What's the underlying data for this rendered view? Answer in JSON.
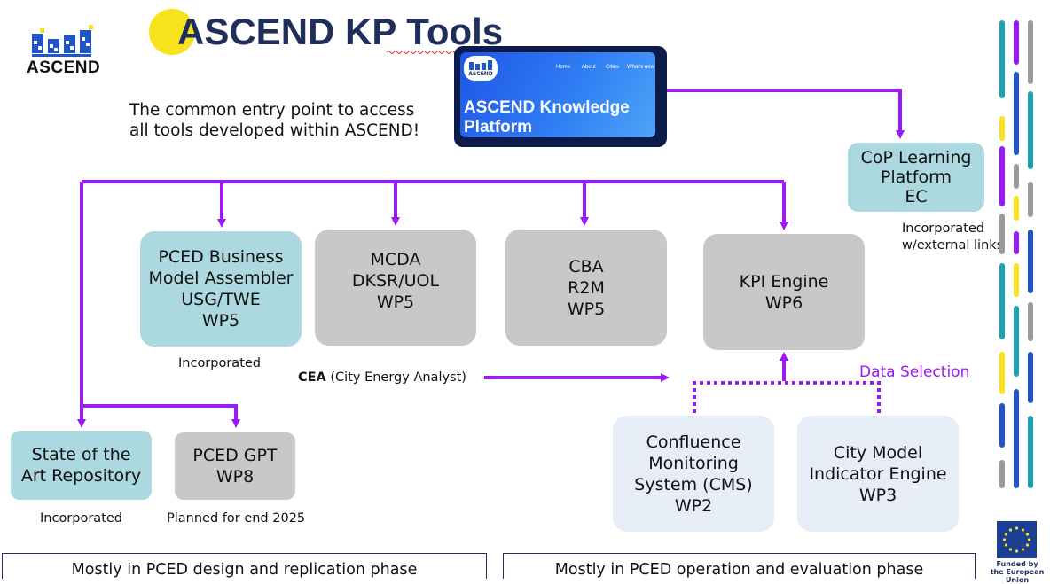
{
  "header": {
    "logo_text": "ASCEND",
    "title": "ASCEND KP Tools",
    "intro_line1": "The common entry point to access",
    "intro_line2": "all tools developed within ASCEND!"
  },
  "platform_screenshot": {
    "logo_text": "ASCEND",
    "nav": [
      "Home",
      "About",
      "Cities",
      "What's new"
    ],
    "title_line1": "ASCEND Knowledge",
    "title_line2": "Platform"
  },
  "boxes": {
    "cop": [
      "CoP Learning",
      "Platform",
      "EC"
    ],
    "pced_bma": [
      "PCED Business",
      "Model Assembler",
      "USG/TWE",
      "WP5"
    ],
    "mcda": [
      "MCDA",
      "DKSR/UOL",
      "WP5"
    ],
    "cba": [
      "CBA",
      "R2M",
      "WP5"
    ],
    "kpi": [
      "KPI Engine",
      "WP6"
    ],
    "sota": [
      "State of the",
      "Art Repository"
    ],
    "pced_gpt": [
      "PCED GPT",
      "WP8"
    ],
    "cms": [
      "Confluence",
      "Monitoring",
      "System (CMS)",
      "WP2"
    ],
    "city_model": [
      "City Model",
      "Indicator Engine",
      "WP3"
    ]
  },
  "notes": {
    "cop_line1": "Incorporated",
    "cop_line2": "w/external links",
    "pced_bma": "Incorporated",
    "cea_bold": "CEA",
    "cea_rest": " (City Energy Analyst)",
    "data_selection": "Data Selection",
    "sota": "Incorporated",
    "pced_gpt": "Planned for end 2025"
  },
  "phases": {
    "left": "Mostly in PCED design and replication phase",
    "right": "Mostly in PCED operation and evaluation phase"
  },
  "footer": {
    "eu_line1": "Funded by",
    "eu_line2": "the European Union"
  },
  "colors": {
    "arrow": "#9b19f5",
    "teal_box": "#acd8df",
    "grey_box": "#c8c8c8",
    "pale_box": "#e6edf6",
    "title": "#1f2e5b",
    "accent_yellow": "#f7e21c"
  }
}
